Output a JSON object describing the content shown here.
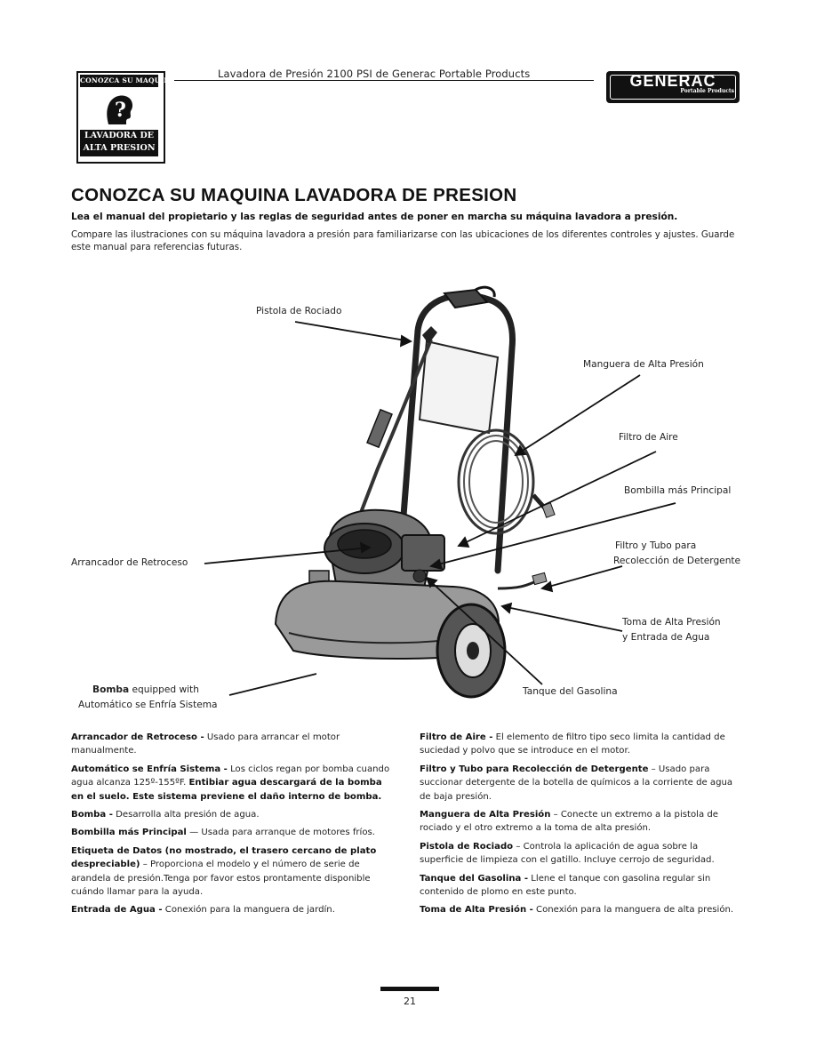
{
  "header": {
    "badge": {
      "top_text": "CONOZCA SU MAQUINA",
      "line1": "LAVADORA DE",
      "line2": "ALTA PRESION"
    },
    "title": "Lavadora de Presión 2100 PSI de Generac Portable Products",
    "logo": {
      "word": "GENERAC",
      "sub": "Portable Products"
    }
  },
  "heading": {
    "title": "CONOZCA SU MAQUINA LAVADORA DE PRESION",
    "subtitle": "Lea el manual del propietario y las reglas de seguridad antes de poner en marcha su máquina lavadora a presión.",
    "intro": "Compare las ilustraciones con su máquina lavadora a presión para familiarizarse con las ubicaciones de los diferentes controles y ajustes. Guarde este manual para referencias futuras."
  },
  "figure": {
    "labels": {
      "pistola": "Pistola de Rociado",
      "manguera": "Manguera de Alta Presión",
      "filtro_aire": "Filtro de Aire",
      "bombilla": "Bombilla más Principal",
      "filtro_tubo_1": "Filtro y Tubo para",
      "filtro_tubo_2": "Recolección de Detergente",
      "arrancador": "Arrancador de Retroceso",
      "toma_1": "Toma de Alta Presión",
      "toma_2": "y Entrada de Agua",
      "bomba_bold": "Bomba",
      "bomba_rest": " equipped with",
      "bomba_2": "Automático se Enfría Sistema",
      "tanque": "Tanque del Gasolina"
    }
  },
  "descriptions": {
    "left": [
      {
        "term": "Arrancador de Retroceso -",
        "text": " Usado para arrancar el motor manualmente."
      },
      {
        "term": "Automático se Enfría Sistema -",
        "text": " Los ciclos regan por bomba cuando agua alcanza 125º-155ºF. ",
        "bold": "Entibiar agua descargará de la bomba en el suelo. Este sistema previene el daño interno de bomba."
      },
      {
        "term": "Bomba -",
        "text": " Desarrolla alta presión de agua."
      },
      {
        "term": "Bombilla más Principal",
        "text": " — Usada para arranque de motores fríos."
      },
      {
        "term": "Etiqueta de Datos (no mostrado, el trasero cercano de plato despreciable)",
        "text": " – Proporciona el modelo y el número de serie de arandela de presión.Tenga por favor estos prontamente disponible cuándo llamar para la ayuda."
      },
      {
        "term": "Entrada de Agua -",
        "text": " Conexión para la manguera de jardín."
      }
    ],
    "right": [
      {
        "term": "Filtro de Aire -",
        "text": " El elemento de filtro tipo seco limita la cantidad de suciedad y polvo que se introduce en el motor."
      },
      {
        "term": "Filtro y Tubo para Recolección de Detergente",
        "text": " – Usado para succionar detergente de la botella de químicos a la corriente de agua de baja presión."
      },
      {
        "term": "Manguera de Alta Presión",
        "text": " – Conecte un extremo a la pistola de rociado y el otro extremo a la toma de alta presión."
      },
      {
        "term": "Pistola de Rociado",
        "text": " – Controla la aplicación de agua sobre la superficie de limpieza con el gatillo. Incluye cerrojo de seguridad."
      },
      {
        "term": "Tanque del Gasolina -",
        "text": " Llene el tanque con gasolina regular sin contenido de plomo en este punto."
      },
      {
        "term": "Toma de Alta Presión -",
        "text": " Conexión para la manguera de alta presión."
      }
    ]
  },
  "footer": {
    "page_number": "21"
  }
}
